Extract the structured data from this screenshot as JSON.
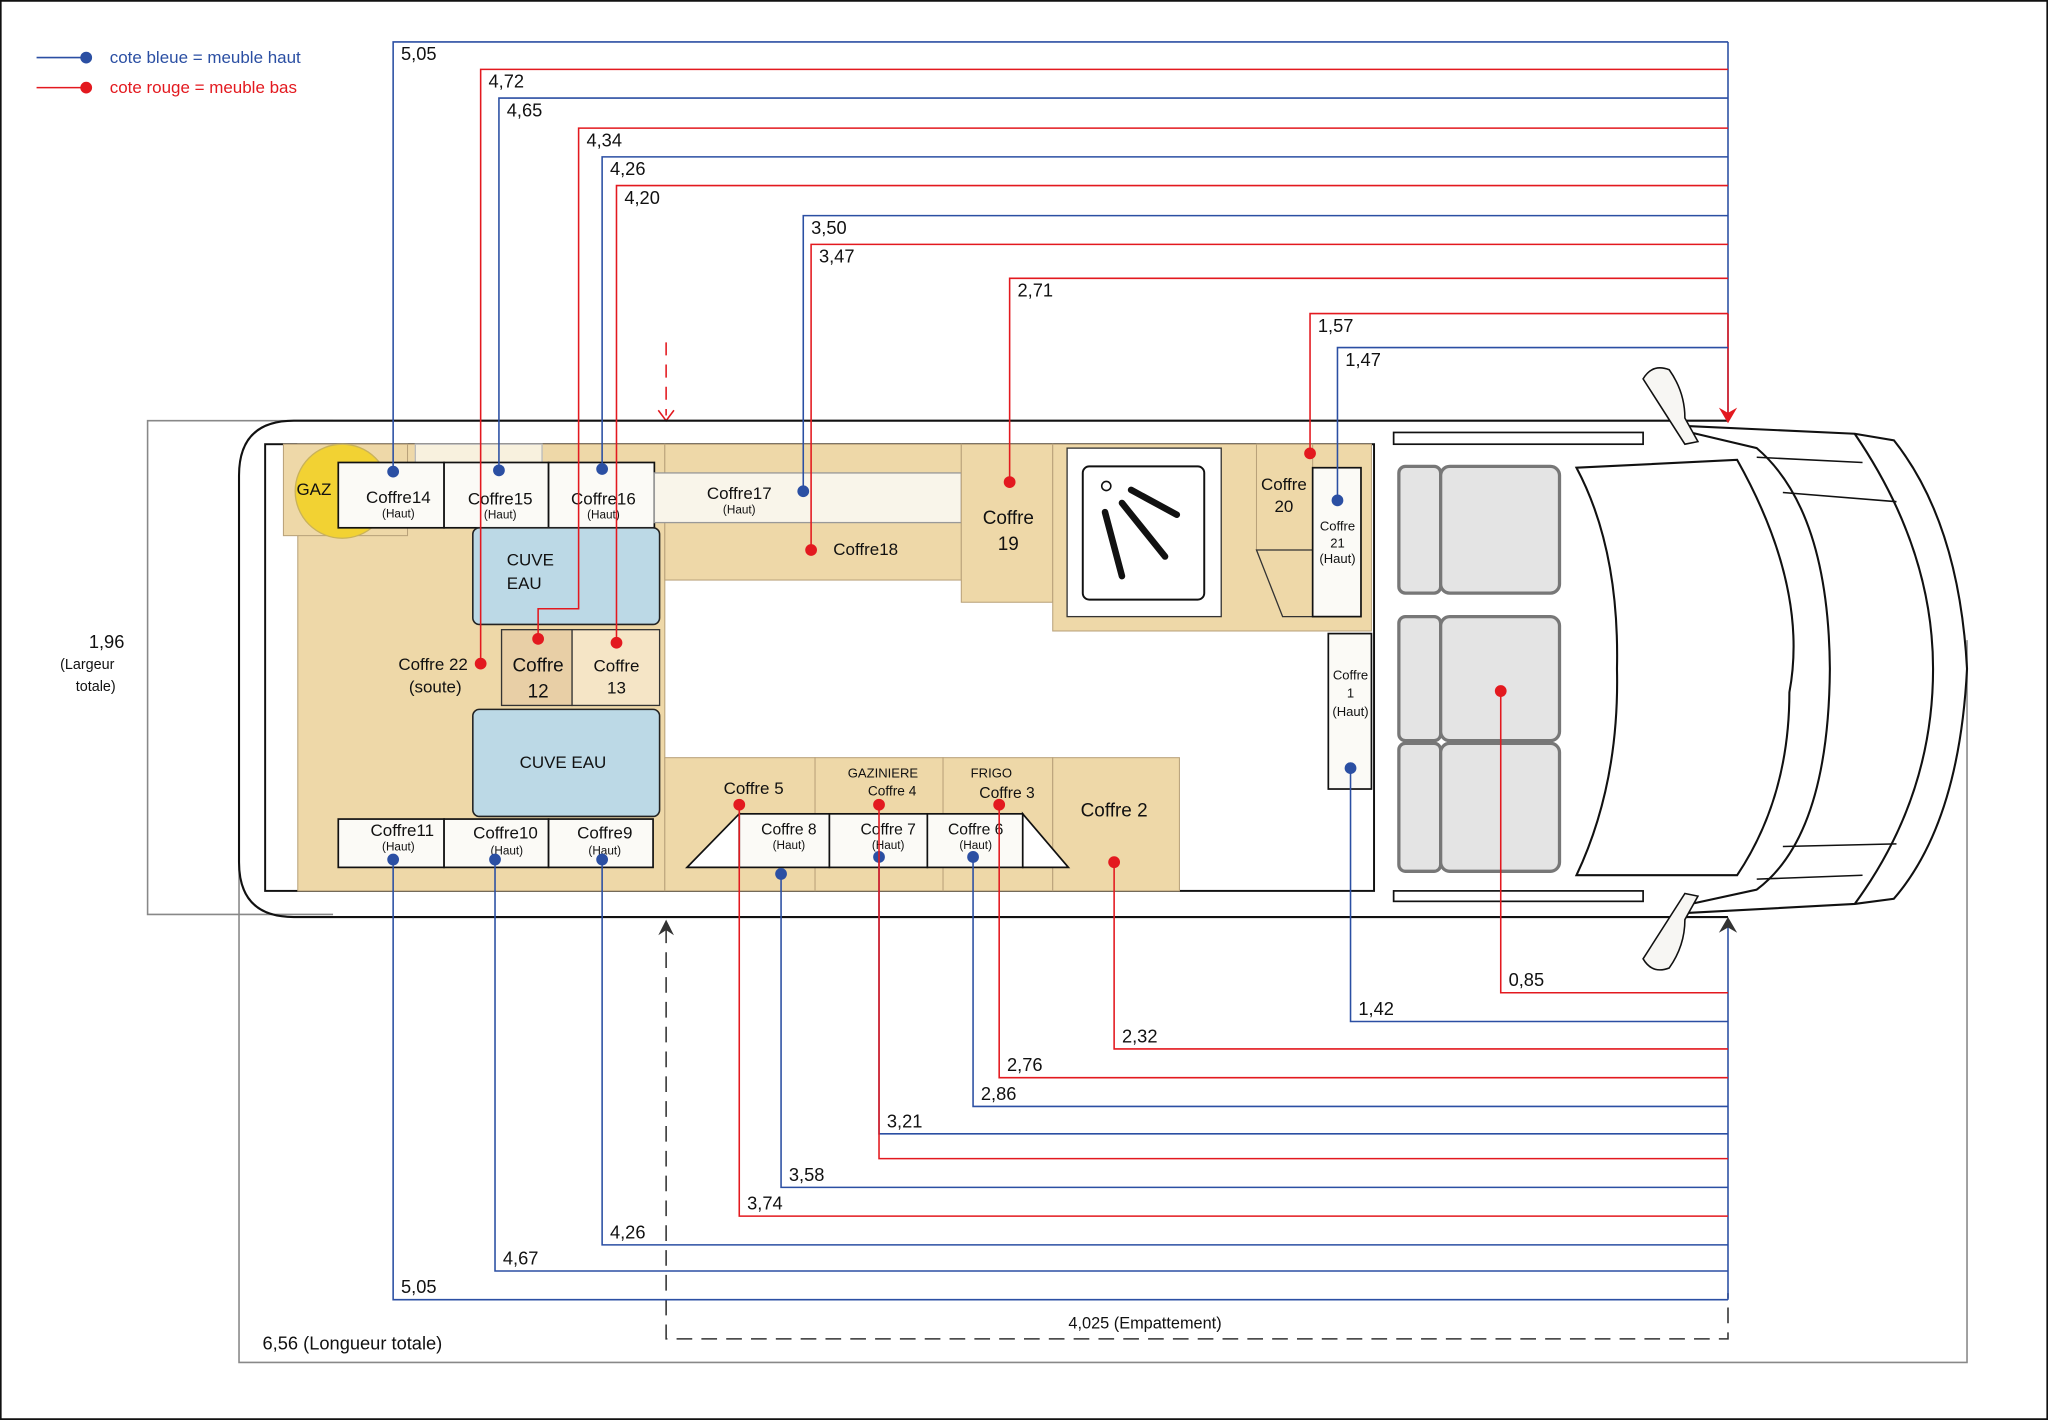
{
  "legend": {
    "blue": "cote bleue = meuble haut",
    "red": "cote rouge = meuble bas"
  },
  "colors": {
    "haut": "#2b4fa3",
    "bas": "#e3191f",
    "wood": "#eed8a8",
    "water": "#bcd9e6"
  },
  "overall": {
    "width_value": "1,96",
    "width_label_1": "(Largeur",
    "width_label_2": "totale)",
    "length": "6,56 (Longueur totale)",
    "wheelbase": "4,025 (Empattement)"
  },
  "furniture": {
    "gaz": "GAZ",
    "coffre14": "Coffre14",
    "coffre15": "Coffre15",
    "coffre16": "Coffre16",
    "coffre17": "Coffre17",
    "haut": "(Haut)",
    "coffre18": "Coffre18",
    "coffre19_a": "Coffre",
    "coffre19_b": "19",
    "coffre20_a": "Coffre",
    "coffre20_b": "20",
    "coffre21_a": "Coffre",
    "coffre21_b": "21",
    "coffre1_a": "Coffre",
    "coffre1_b": "1",
    "cuve_top_a": "CUVE",
    "cuve_top_b": "EAU",
    "cuve_bottom": "CUVE EAU",
    "coffre22": "Coffre 22",
    "soute": "(soute)",
    "coffre12_a": "Coffre",
    "coffre12_b": "12",
    "coffre13_a": "Coffre",
    "coffre13_b": "13",
    "coffre11": "Coffre11",
    "coffre10": "Coffre10",
    "coffre9": "Coffre9",
    "coffre5": "Coffre 5",
    "gaziniere": "GAZINIERE",
    "coffre4": "Coffre 4",
    "frigo": "FRIGO",
    "coffre3": "Coffre 3",
    "coffre2": "Coffre 2",
    "coffre8": "Coffre 8",
    "coffre7": "Coffre 7",
    "coffre6": "Coffre 6"
  },
  "top_dims": [
    {
      "value": "5,05",
      "type": "haut"
    },
    {
      "value": "4,72",
      "type": "bas"
    },
    {
      "value": "4,65",
      "type": "haut"
    },
    {
      "value": "4,34",
      "type": "bas"
    },
    {
      "value": "4,26",
      "type": "haut"
    },
    {
      "value": "4,20",
      "type": "bas"
    },
    {
      "value": "3,50",
      "type": "haut"
    },
    {
      "value": "3,47",
      "type": "bas"
    },
    {
      "value": "2,71",
      "type": "bas"
    },
    {
      "value": "1,57",
      "type": "bas"
    },
    {
      "value": "1,47",
      "type": "haut"
    }
  ],
  "bottom_dims": [
    {
      "value": "0,85",
      "type": "bas"
    },
    {
      "value": "1,42",
      "type": "haut"
    },
    {
      "value": "2,32",
      "type": "bas"
    },
    {
      "value": "2,76",
      "type": "bas"
    },
    {
      "value": "2,86",
      "type": "haut"
    },
    {
      "value": "3,21",
      "type": "haut"
    },
    {
      "value": "",
      "type": "bas"
    },
    {
      "value": "3,58",
      "type": "haut"
    },
    {
      "value": "3,74",
      "type": "bas"
    },
    {
      "value": "4,26",
      "type": "haut"
    },
    {
      "value": "4,67",
      "type": "haut"
    },
    {
      "value": "5,05",
      "type": "haut"
    }
  ]
}
